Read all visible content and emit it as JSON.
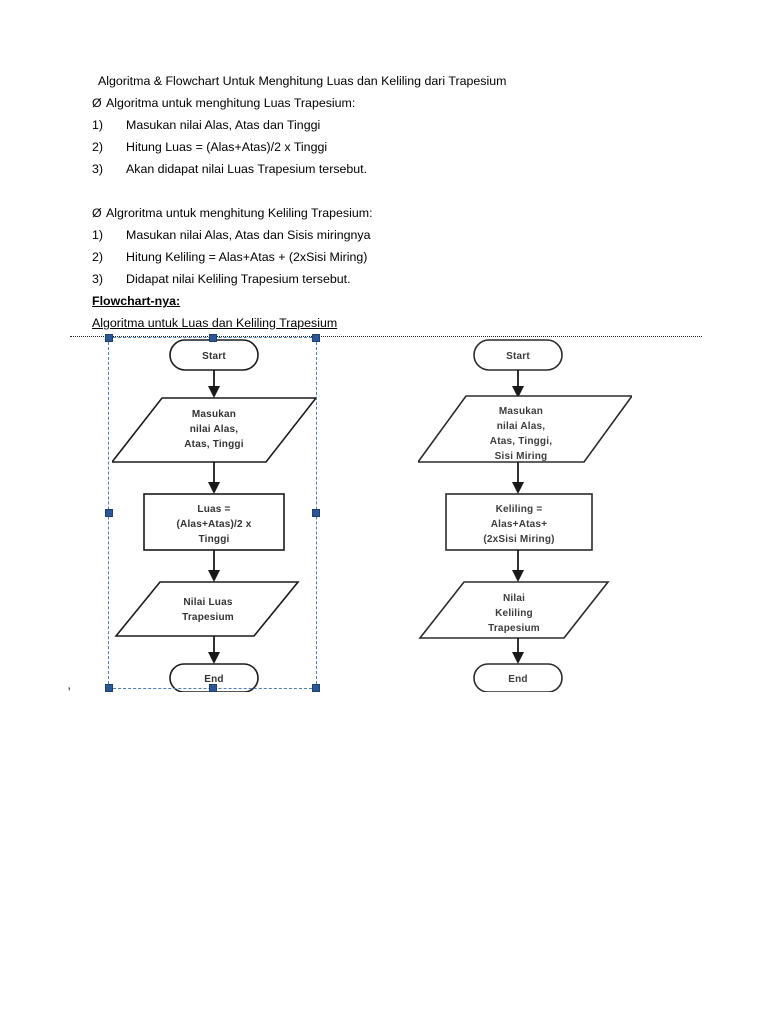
{
  "document": {
    "title_line": "Algoritma & Flowchart Untuk Menghitung Luas dan Keliling dari Trapesium",
    "section_luas": {
      "bullet_symbol": "Ø",
      "bullet_text": "Algoritma untuk menghitung Luas Trapesium:",
      "steps": [
        {
          "num": "1)",
          "text": "Masukan nilai Alas, Atas  dan Tinggi"
        },
        {
          "num": "2)",
          "text": "Hitung Luas = (Alas+Atas)/2 x Tinggi"
        },
        {
          "num": "3)",
          "text": "Akan didapat nilai Luas Trapesium tersebut."
        }
      ]
    },
    "section_keliling": {
      "bullet_symbol": "Ø",
      "bullet_text": "Algroritma untuk menghitung Keliling Trapesium:",
      "steps": [
        {
          "num": "1)",
          "text": "Masukan nilai Alas, Atas dan Sisis miringnya"
        },
        {
          "num": "2)",
          "text": "Hitung Keliling = Alas+Atas + (2xSisi Miring)"
        },
        {
          "num": "3)",
          "text": "Didapat nilai Keliling  Trapesium  tersebut."
        }
      ]
    },
    "flowchart_heading_bold": "Flowchart-nya:",
    "flowchart_heading_sub": "Algoritma untuk Luas dan Keliling Trapesium",
    "stray_mark": "'"
  },
  "selection": {
    "border_color": "#4a7ebb",
    "handle_color": "#2b5797",
    "handle_count": 8,
    "selected_object": "left-flowchart"
  },
  "chart_data": {
    "type": "diagram",
    "diagram_kind": "flowchart",
    "charts": [
      {
        "id": "flowchart-luas",
        "title": "Flowchart Luas Trapesium",
        "selected": true,
        "nodes": [
          {
            "id": "start",
            "shape": "terminator",
            "lines": [
              "Start"
            ]
          },
          {
            "id": "input",
            "shape": "parallelogram",
            "lines": [
              "Masukan",
              "nilai Alas,",
              "Atas, Tinggi"
            ]
          },
          {
            "id": "process",
            "shape": "rectangle",
            "lines": [
              "Luas =",
              "(Alas+Atas)/2 x",
              "Tinggi"
            ]
          },
          {
            "id": "output",
            "shape": "parallelogram",
            "lines": [
              "Nilai Luas",
              "Trapesium"
            ]
          },
          {
            "id": "end",
            "shape": "terminator",
            "lines": [
              "End"
            ]
          }
        ],
        "edges": [
          {
            "from": "start",
            "to": "input"
          },
          {
            "from": "input",
            "to": "process"
          },
          {
            "from": "process",
            "to": "output"
          },
          {
            "from": "output",
            "to": "end"
          }
        ]
      },
      {
        "id": "flowchart-keliling",
        "title": "Flowchart Keliling Trapesium",
        "selected": false,
        "nodes": [
          {
            "id": "start",
            "shape": "terminator",
            "lines": [
              "Start"
            ]
          },
          {
            "id": "input",
            "shape": "parallelogram",
            "lines": [
              "Masukan",
              "nilai Alas,",
              "Atas, Tinggi,",
              "Sisi Miring"
            ]
          },
          {
            "id": "process",
            "shape": "rectangle",
            "lines": [
              "Keliling =",
              "Alas+Atas+",
              "(2xSisi Miring)"
            ]
          },
          {
            "id": "output",
            "shape": "parallelogram",
            "lines": [
              "Nilai",
              "Keliling",
              "Trapesium"
            ]
          },
          {
            "id": "end",
            "shape": "terminator",
            "lines": [
              "End"
            ]
          }
        ],
        "edges": [
          {
            "from": "start",
            "to": "input"
          },
          {
            "from": "input",
            "to": "process"
          },
          {
            "from": "process",
            "to": "output"
          },
          {
            "from": "output",
            "to": "end"
          }
        ]
      }
    ]
  }
}
